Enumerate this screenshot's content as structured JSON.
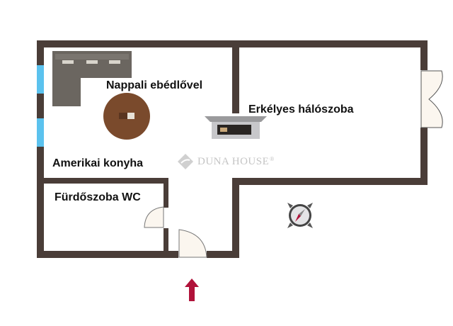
{
  "rooms": {
    "living": "Nappali ebédlővel",
    "bedroom": "Erkélyes hálószoba",
    "kitchen": "Amerikai konyha",
    "bathroom": "Fürdőszoba WC"
  },
  "watermark": {
    "brand": "DUNA HOUSE",
    "mark": "®"
  },
  "colors": {
    "wall": "#4a3d38",
    "window": "#5bc2ee",
    "arrow": "#b0123a",
    "door_fill": "#fbf6ef"
  },
  "icons": {
    "compass": "compass-icon",
    "entrance": "arrow-up-icon"
  }
}
